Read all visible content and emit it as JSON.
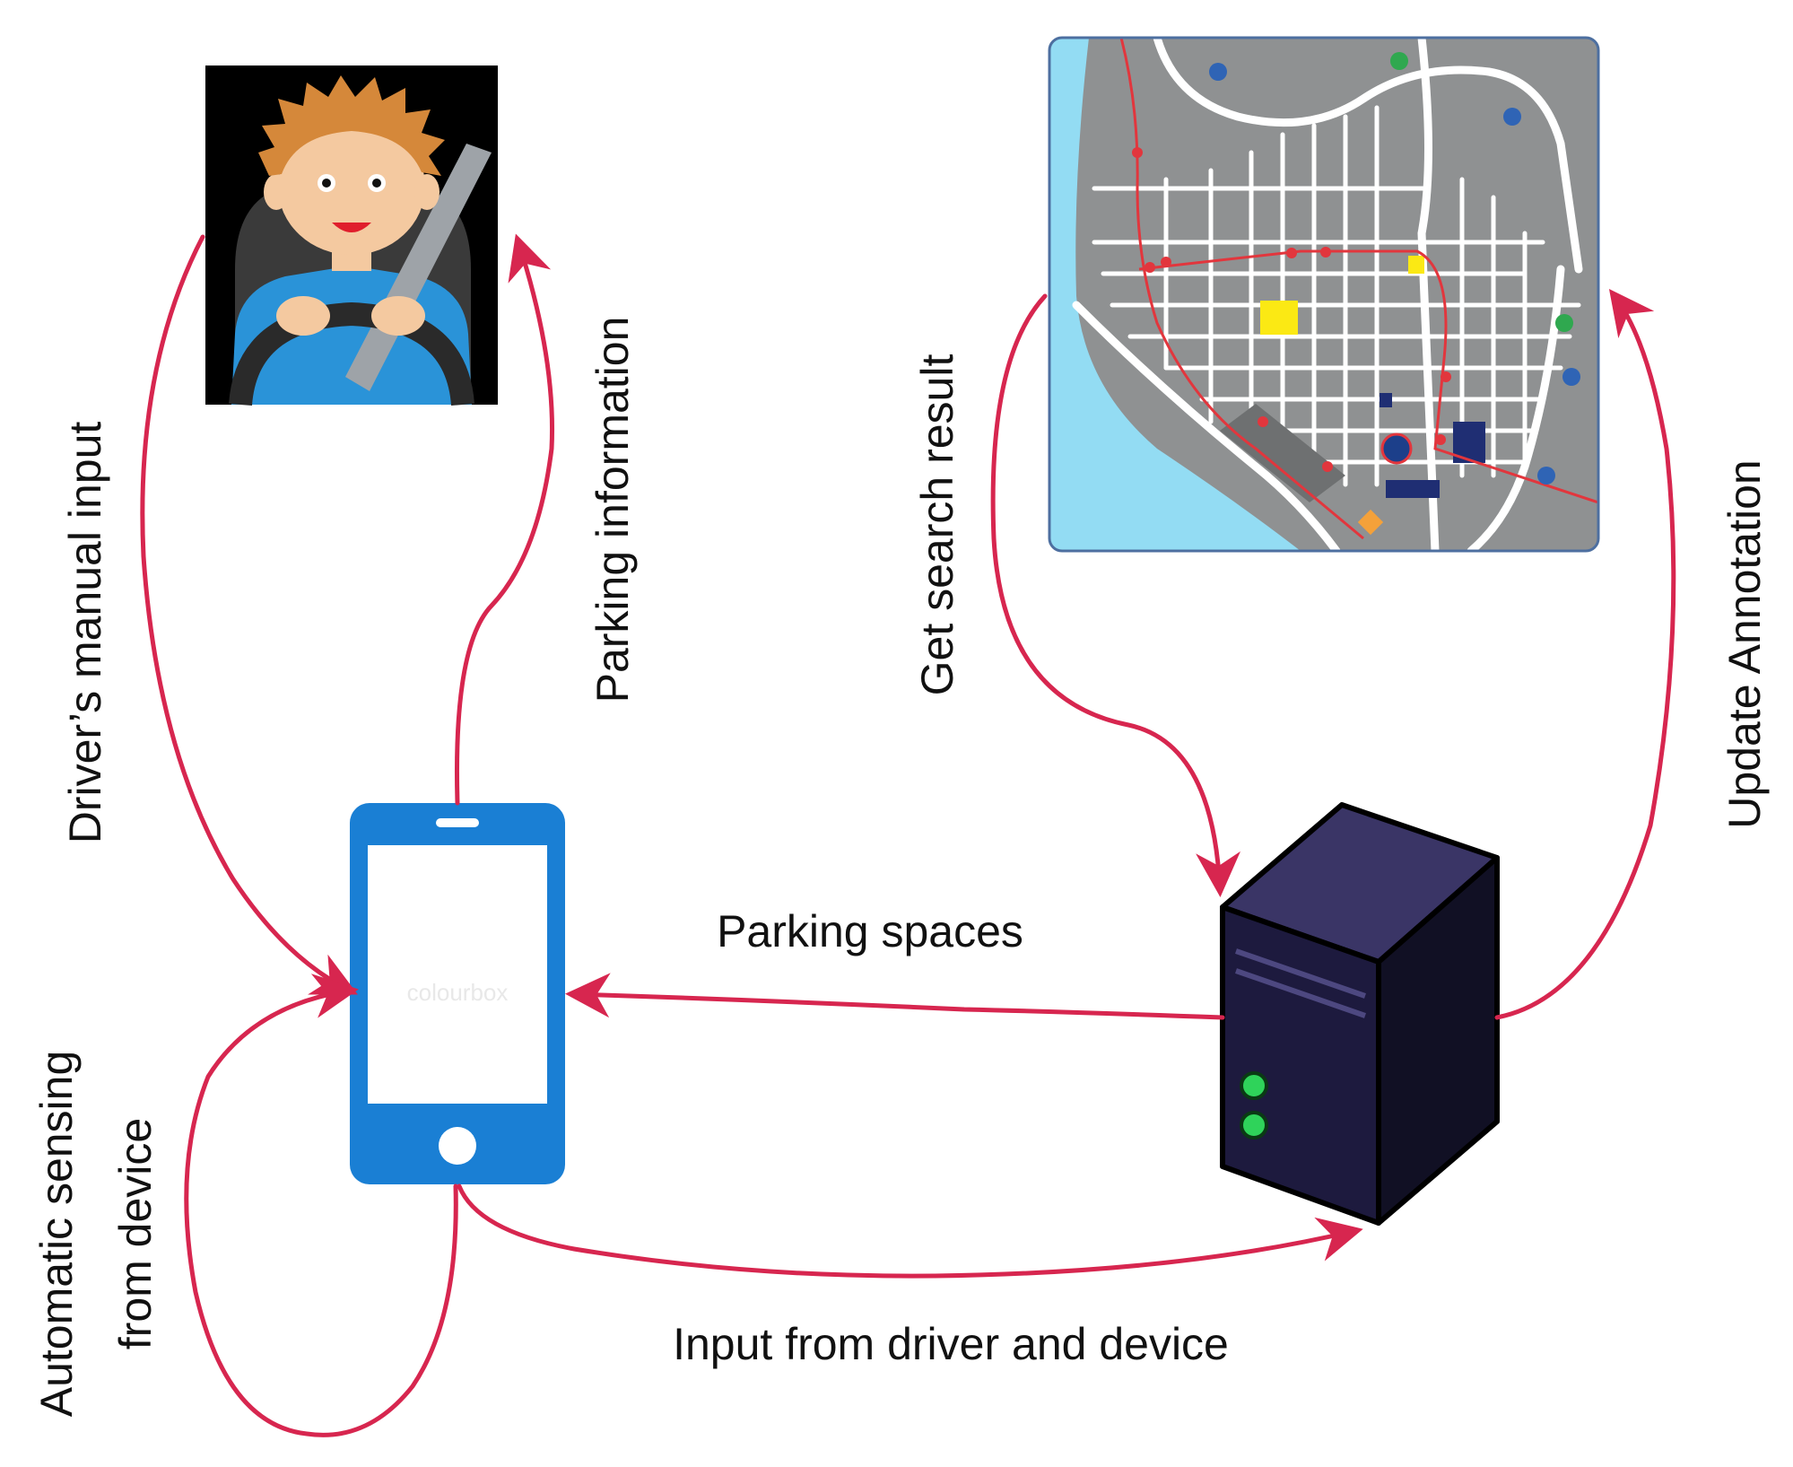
{
  "colors": {
    "arrow": "#d7264f",
    "phone": "#1a7fd4",
    "server_body": "#1d1a3e",
    "server_light": "#2fd35a",
    "map_land": "#8f9192",
    "map_water": "#93dcf3",
    "map_road": "#ffffff",
    "map_route": "#e2363d",
    "map_parking_yellow": "#fbe914",
    "map_parking_blue": "#1f2e73",
    "driver_shirt": "#2a93d8",
    "driver_hair": "#d5883a",
    "driver_skin": "#f4c9a0"
  },
  "icons": {
    "driver": "driver-icon",
    "phone": "smartphone-icon",
    "map": "city-map-icon",
    "server": "server-icon"
  },
  "phone": {
    "watermark": "colourbox"
  },
  "labels": {
    "drivers_manual_input": "Driver’s manual input",
    "parking_information": "Parking information",
    "get_search_result": "Get search result",
    "update_annotation": "Update Annotation",
    "parking_spaces": "Parking spaces",
    "automatic_sensing_line1": "Automatic sensing",
    "automatic_sensing_line2": "from device",
    "input_from_driver_and_device": "Input from driver and device"
  }
}
